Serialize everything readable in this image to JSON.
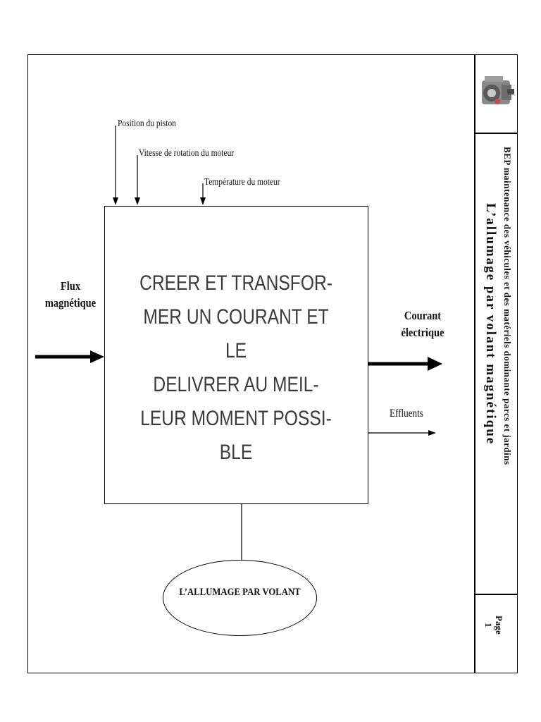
{
  "sidebar": {
    "organization": "BEP maintenance des véhicules et des matériels dominante parcs et jardins",
    "title": "L’allumage par volant magnétique",
    "page_label": "Page",
    "page_number": "1",
    "logo_icon": "engine-photo-icon"
  },
  "diagram": {
    "function_box": "CREER ET TRANSFOR-\nMER UN COURANT ET LE\nDELIVRER AU MEIL-\nLEUR MOMENT POSSI-\nBLE",
    "controls": [
      "Position du piston",
      "Vitesse de rotation du moteur",
      "Température du moteur"
    ],
    "input": "Flux\nmagnétique",
    "outputs": [
      "Courant\nélectrique",
      "Effluents"
    ],
    "support": "L’ALLUMAGE  PAR VOLANT"
  }
}
